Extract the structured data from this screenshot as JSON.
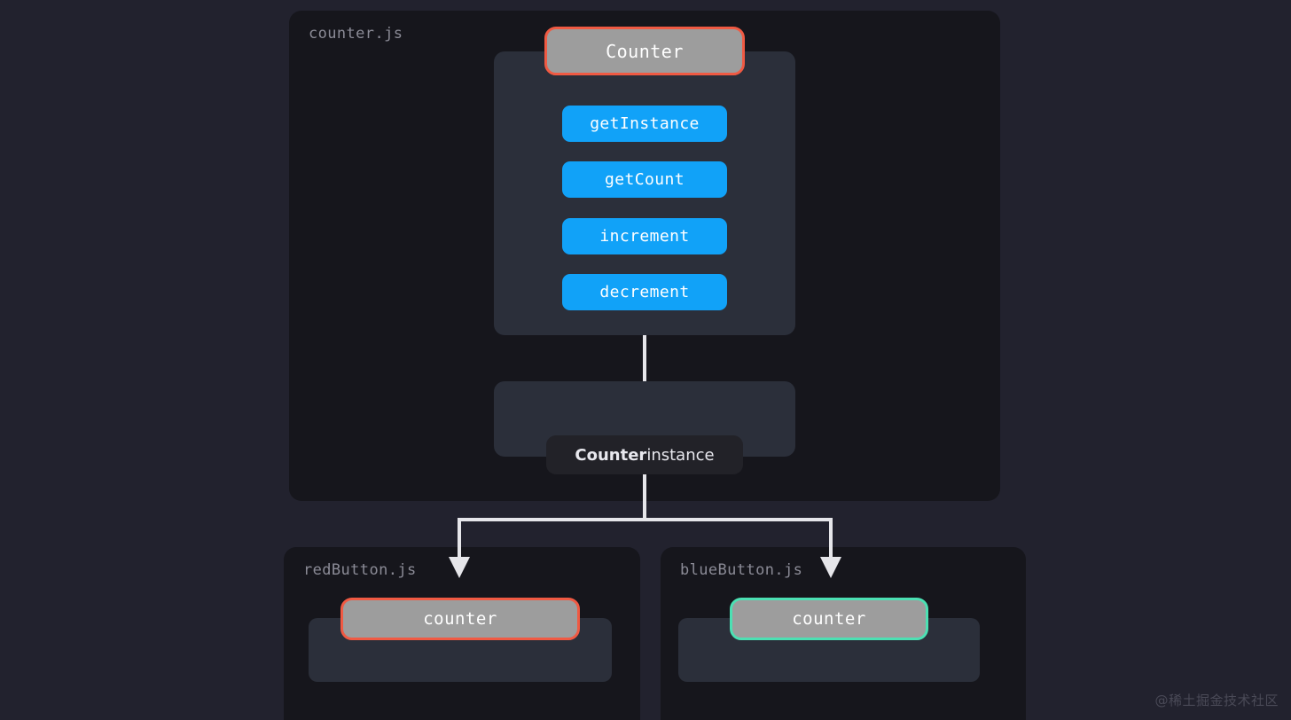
{
  "diagram": {
    "title_visible": false,
    "background_color": "#22222e",
    "panel_color": "#16161c",
    "inner_box_color": "#2b2f3a",
    "accent_red": "#f05a43",
    "accent_teal": "#4ce0b3",
    "accent_blue": "#11a2f8",
    "node_gray": "#9d9d9d",
    "connector_color": "#e6e6ea"
  },
  "panels": {
    "counter_js": {
      "title": "counter.js",
      "class_node": {
        "label": "Counter",
        "border_color": "#f05a43"
      },
      "methods": [
        {
          "label": "getInstance"
        },
        {
          "label": "getCount"
        },
        {
          "label": "increment"
        },
        {
          "label": "decrement"
        }
      ],
      "instance": {
        "label_strong": "Counter",
        "label_normal": " instance"
      }
    },
    "red_button_js": {
      "title": "redButton.js",
      "node": {
        "label": "counter",
        "border_color": "#f05a43"
      }
    },
    "blue_button_js": {
      "title": "blueButton.js",
      "node": {
        "label": "counter",
        "border_color": "#4ce0b3"
      }
    }
  },
  "watermark": {
    "text": "@稀土掘金技术社区"
  }
}
